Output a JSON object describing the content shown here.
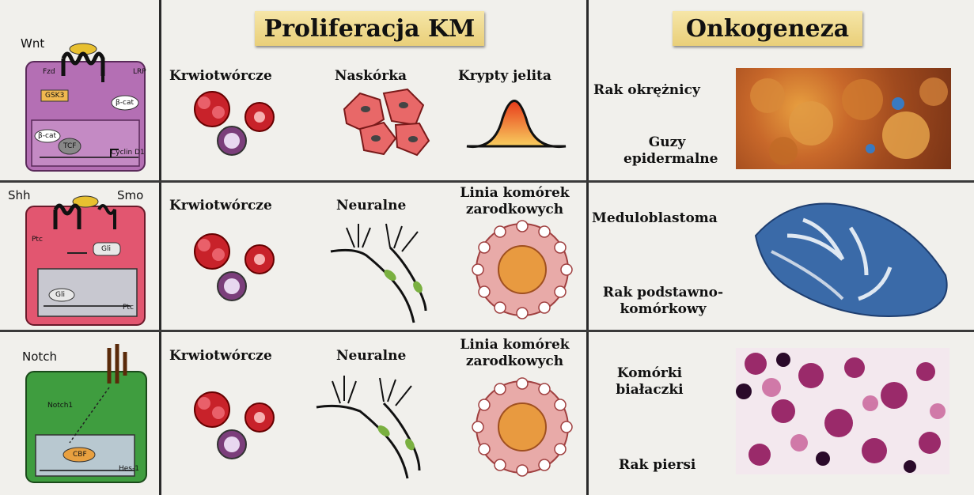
{
  "headers": {
    "proliferation": "Proliferacja KM",
    "oncogenesis": "Onkogeneza"
  },
  "rows": [
    {
      "pathway": {
        "name": "Wnt",
        "labels": [
          "Fzd",
          "LRP",
          "GSK3",
          "β-cat",
          "β-cat",
          "TCF",
          "Cyclin D1"
        ]
      },
      "cells": [
        {
          "label": "Krwiotwórcze"
        },
        {
          "label": "Naskórka"
        },
        {
          "label": "Krypty jelita"
        }
      ],
      "cancers": [
        "Rak okrężnicy",
        "Guzy epidermalne"
      ]
    },
    {
      "pathway": {
        "name": "Shh",
        "secondary": "Smo",
        "labels": [
          "Ptc",
          "Gli",
          "Gli",
          "Ptc"
        ]
      },
      "cells": [
        {
          "label": "Krwiotwórcze"
        },
        {
          "label": "Neuralne"
        },
        {
          "label": "Linia komórek zarodkowych"
        }
      ],
      "cancers": [
        "Meduloblastoma",
        "Rak podstawno-komórkowy"
      ]
    },
    {
      "pathway": {
        "name": "Notch",
        "labels": [
          "Notch1",
          "CBF",
          "Hes-1"
        ]
      },
      "cells": [
        {
          "label": "Krwiotwórcze"
        },
        {
          "label": "Neuralne"
        },
        {
          "label": "Linia komórek zarodkowych"
        }
      ],
      "cancers": [
        "Komórki białaczki",
        "Rak piersi"
      ]
    }
  ],
  "colors": {
    "wnt_panel": "#b070b0",
    "shh_panel": "#e0506e",
    "notch_panel": "#3f9d3f",
    "header_bg": "#f0dc93",
    "cell_red": "#c8222a",
    "cell_purple": "#8a5a8a"
  }
}
